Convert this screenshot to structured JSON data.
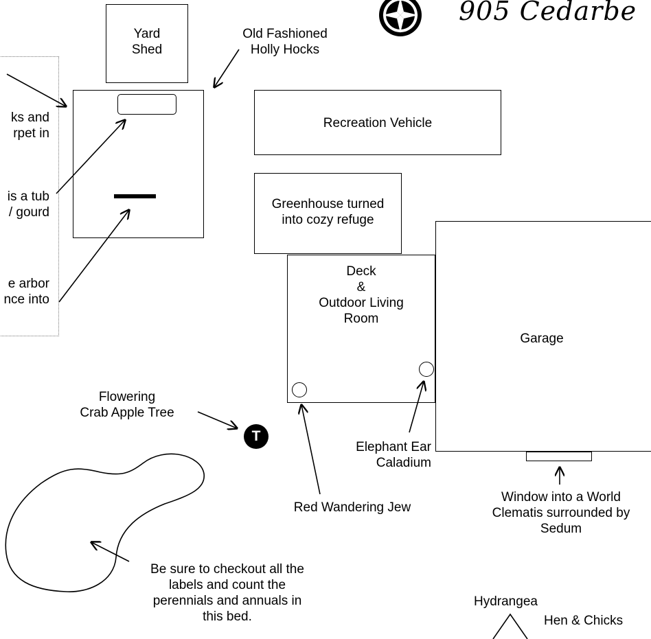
{
  "title": "905 Cedarbe",
  "side_notes": [
    "ks and",
    "rpet in",
    "is a tub",
    "/ gourd",
    "e arbor",
    "nce into"
  ],
  "shed": {
    "line1": "Yard",
    "line2": "Shed"
  },
  "hollyhocks": {
    "line1": "Old Fashioned",
    "line2": "Holly Hocks"
  },
  "rv": "Recreation Vehicle",
  "greenhouse": {
    "line1": "Greenhouse turned",
    "line2": "into cozy refuge"
  },
  "deck": {
    "line1": "Deck",
    "line2": "&",
    "line3": "Outdoor Living",
    "line4": "Room"
  },
  "garage": "Garage",
  "crab_apple": {
    "line1": "Flowering",
    "line2": "Crab Apple Tree"
  },
  "tree_marker": "T",
  "elephant_ear": {
    "line1": "Elephant Ear",
    "line2": "Caladium"
  },
  "wandering_jew": "Red Wandering Jew",
  "window": {
    "line1": "Window into a World",
    "line2": "Clematis surrounded by",
    "line3": "Sedum"
  },
  "bed_note": {
    "line1": "Be sure to checkout all the",
    "line2": "labels and count the",
    "line3": "perennials and annuals in",
    "line4": "this bed."
  },
  "hydrangea": "Hydrangea",
  "hen_chicks": "Hen & Chicks",
  "icons": {
    "compass": "compass-rose-icon"
  }
}
